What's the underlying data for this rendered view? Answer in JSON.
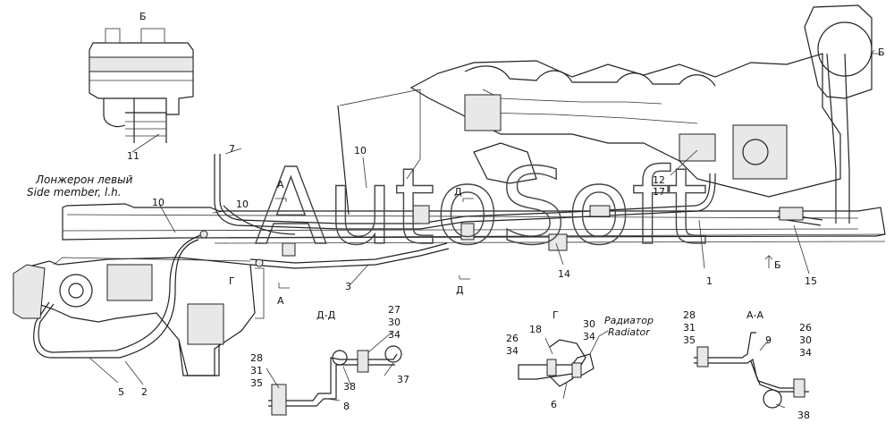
{
  "watermark": "AutoSoft",
  "view_titles": {
    "b_top": "Б",
    "b_right": "Б",
    "dd": "Д-Д",
    "g": "Г",
    "aa": "А-А",
    "g_main": "Г",
    "d_upper": "Д",
    "d_lower": "Д",
    "a_upper": "А",
    "a_lower": "А",
    "b_arrow": "Б"
  },
  "side_member": {
    "ru": "Лонжерон левый",
    "en": "Side member, l.h."
  },
  "radiator": {
    "ru": "Радиатор",
    "en": "Radiator"
  },
  "callouts": {
    "n11": "11",
    "n7": "7",
    "n10a": "10",
    "n10b": "10",
    "n10c": "10",
    "n12": "12",
    "n17": "17",
    "n14": "14",
    "n1": "1",
    "n15": "15",
    "n3": "3",
    "n5": "5",
    "n2": "2",
    "dd_27": "27",
    "dd_30": "30",
    "dd_34": "34",
    "dd_28": "28",
    "dd_31": "31",
    "dd_35": "35",
    "dd_38": "38",
    "dd_37": "37",
    "dd_8": "8",
    "g_18": "18",
    "g_30": "30",
    "g_34a": "34",
    "g_26": "26",
    "g_34b": "34",
    "g_6": "6",
    "aa_28": "28",
    "aa_31": "31",
    "aa_35": "35",
    "aa_9": "9",
    "aa_26": "26",
    "aa_30": "30",
    "aa_34": "34",
    "aa_38": "38"
  }
}
